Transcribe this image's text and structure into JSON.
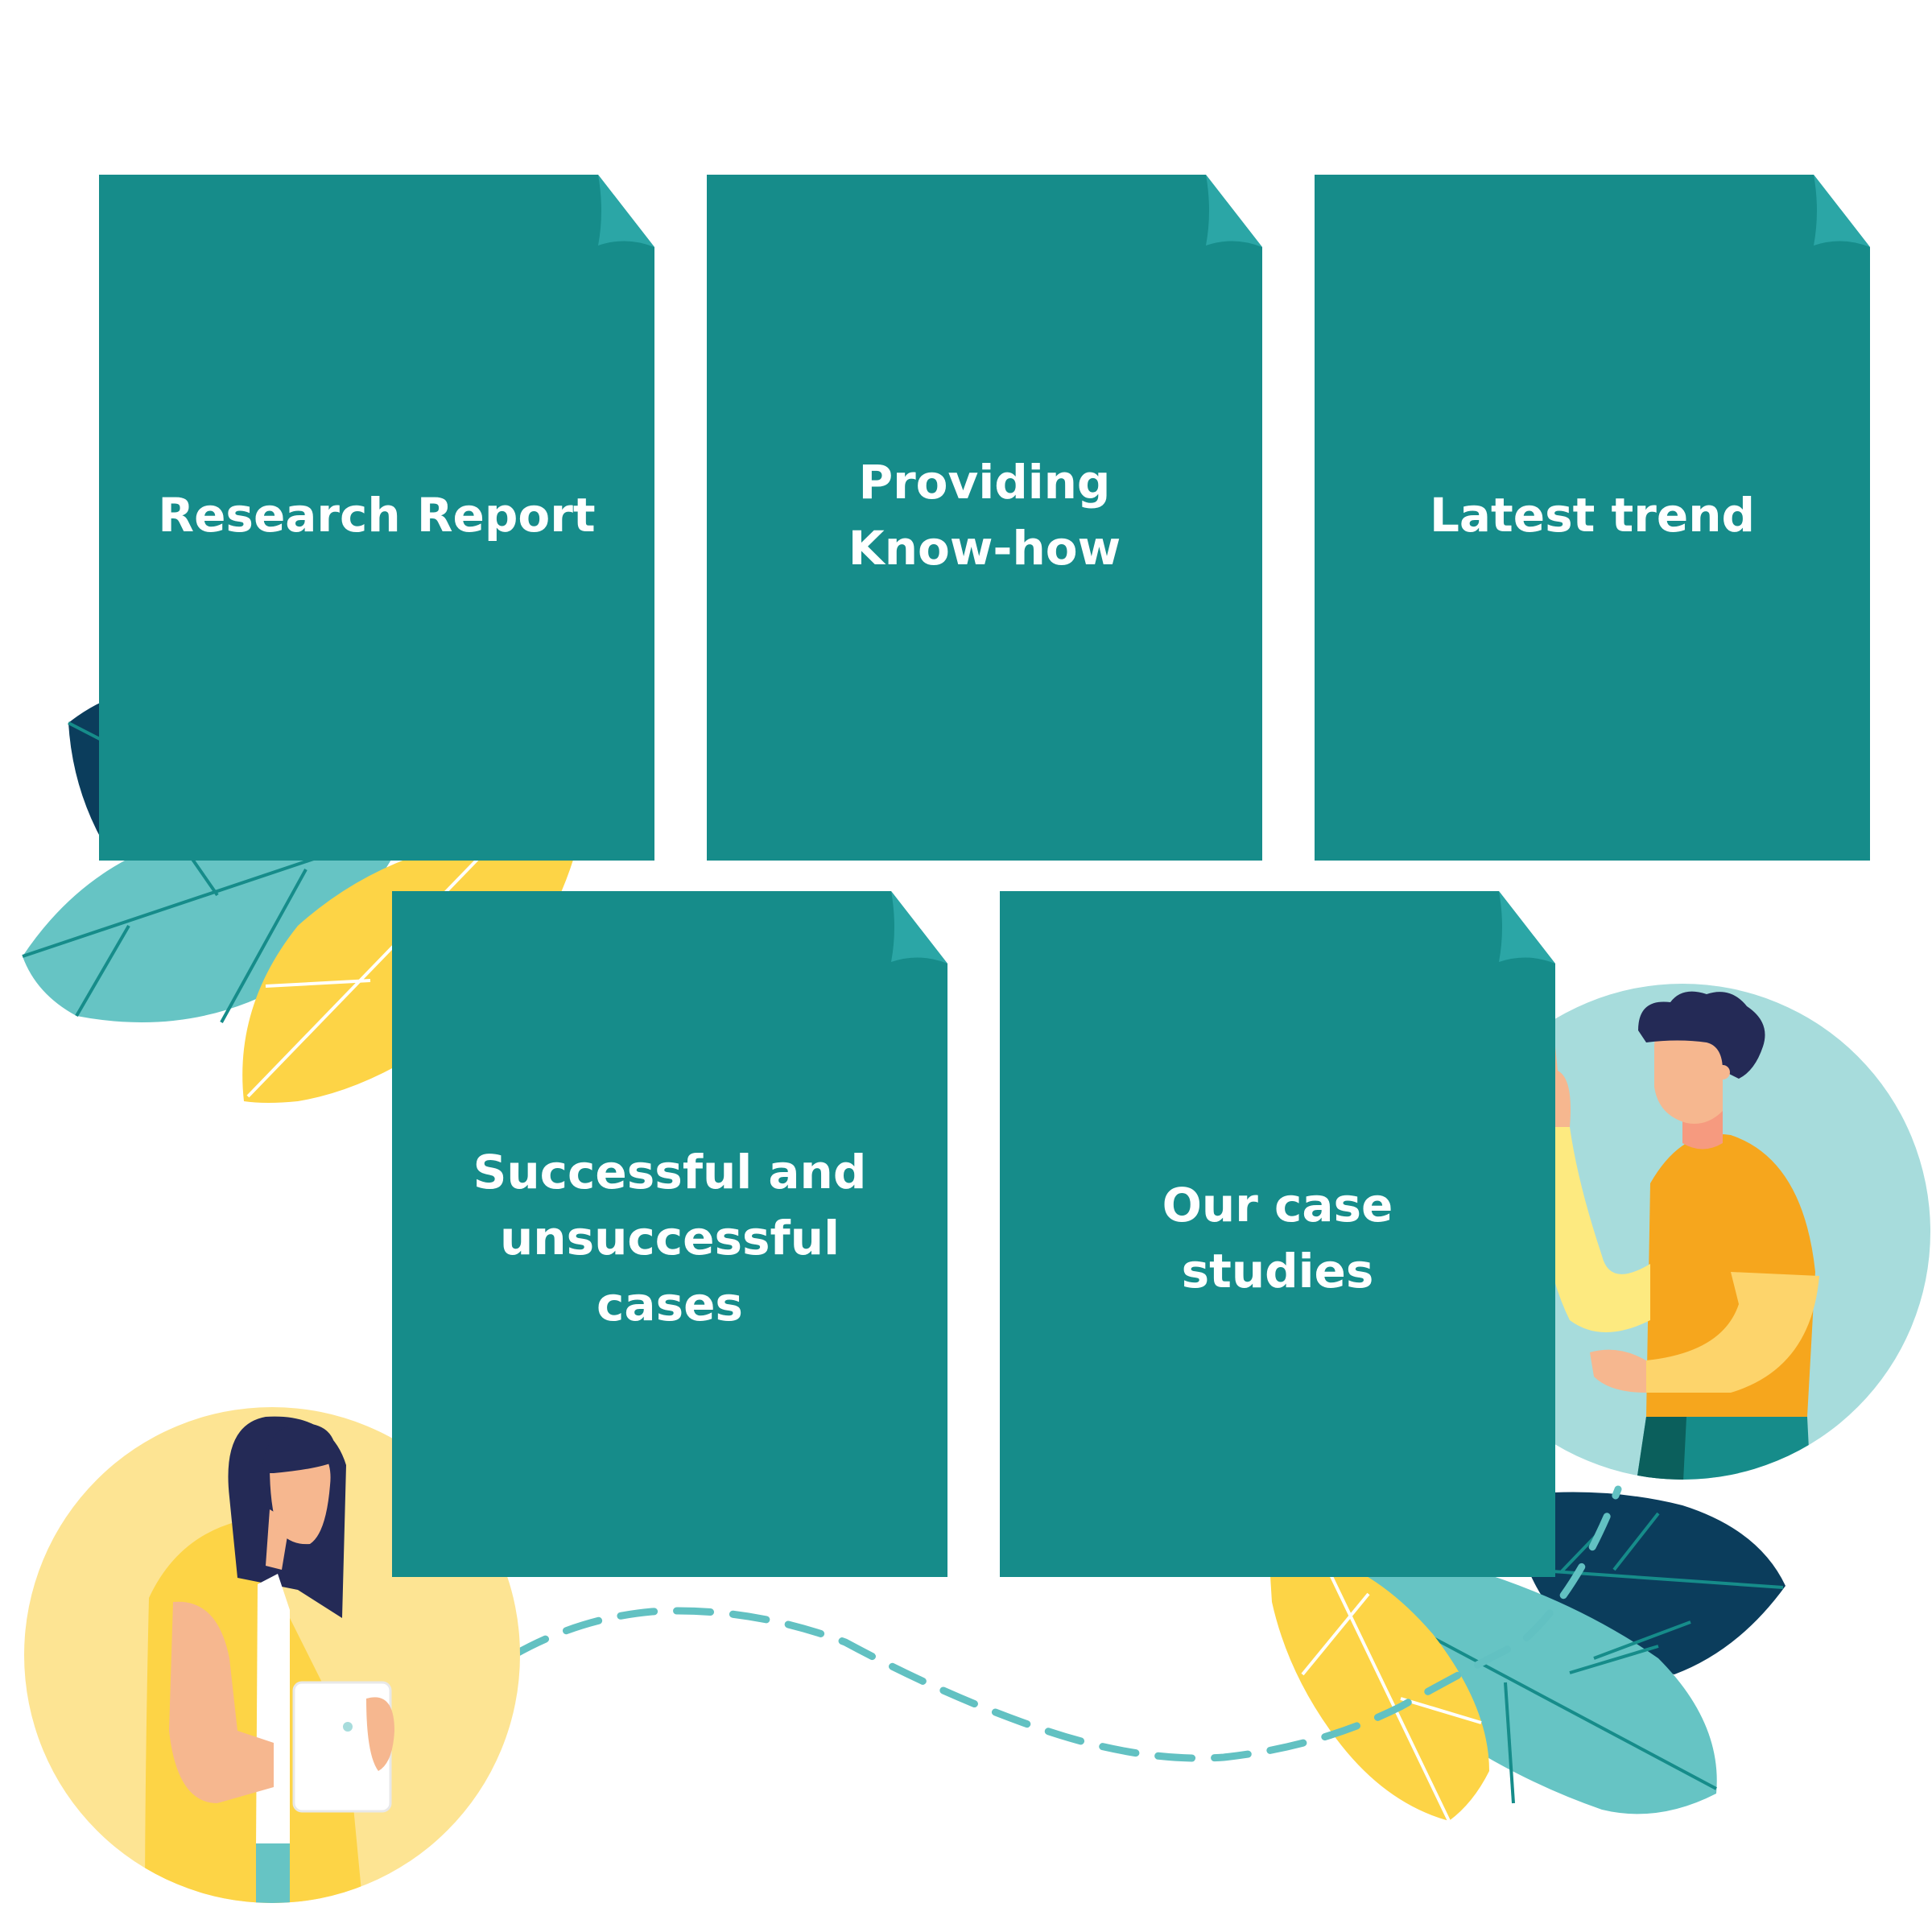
{
  "cards": [
    {
      "id": "research-report",
      "label": "Research Report"
    },
    {
      "id": "providing-know-how",
      "label": "Providing\nKnow-how"
    },
    {
      "id": "latest-trend",
      "label": "Latest trend"
    },
    {
      "id": "successful-and-unsuccessful-cases",
      "label": "Successful and\nunsuccessful cases"
    },
    {
      "id": "our-case-studies",
      "label": "Our case\nstudies"
    }
  ],
  "colors": {
    "card": "#168c8a",
    "card_fold": "#2ba6a6",
    "leaf_dark": "#0b3d5c",
    "leaf_teal": "#66c4c4",
    "leaf_yellow": "#fdd446",
    "circle_blue": "#a7dcdc",
    "circle_yellow": "#fde493",
    "dashed_path": "#62c1c2"
  },
  "icons": [
    "paper-card-icon",
    "leaf-icon",
    "woman-with-tablet-icon",
    "man-pointing-icon"
  ]
}
